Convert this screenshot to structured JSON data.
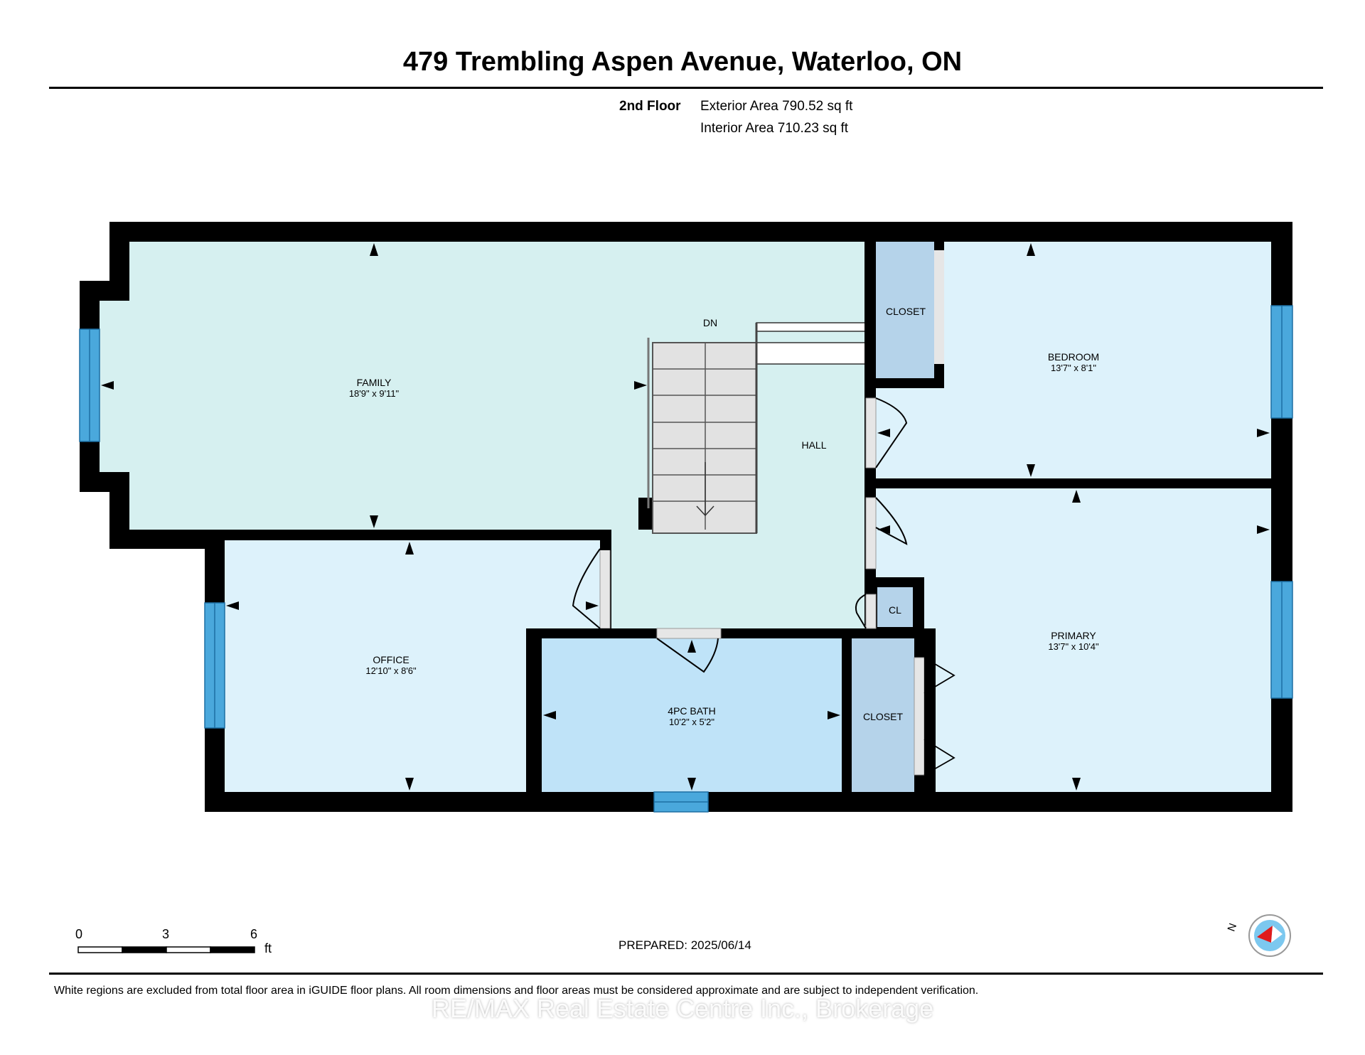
{
  "header": {
    "title": "479 Trembling Aspen Avenue, Waterloo, ON",
    "floor": "2nd Floor",
    "exterior_area": "Exterior Area 790.52 sq ft",
    "interior_area": "Interior Area 710.23 sq ft"
  },
  "rooms": {
    "family": {
      "name": "FAMILY",
      "dims": "18'9\" x 9'11\""
    },
    "dn": {
      "name": "DN"
    },
    "hall": {
      "name": "HALL"
    },
    "closet_top": {
      "name": "CLOSET"
    },
    "bedroom": {
      "name": "BEDROOM",
      "dims": "13'7\" x 8'1\""
    },
    "office": {
      "name": "OFFICE",
      "dims": "12'10\" x 8'6\""
    },
    "bath": {
      "name": "4PC BATH",
      "dims": "10'2\" x 5'2\""
    },
    "cl": {
      "name": "CL"
    },
    "closet_bottom": {
      "name": "CLOSET"
    },
    "primary": {
      "name": "PRIMARY",
      "dims": "13'7\" x 10'4\""
    }
  },
  "scale_bar": {
    "labels": [
      "0",
      "3",
      "6"
    ],
    "unit": "ft"
  },
  "compass": {
    "label": "N"
  },
  "footer": {
    "prepared": "PREPARED: 2025/06/14",
    "disclaimer": "White regions are excluded from total floor area in iGUIDE floor plans. All room dimensions and floor areas must be considered approximate and are subject to independent verification.",
    "watermark": "RE/MAX Real Estate Centre Inc., Brokerage"
  },
  "colors": {
    "wall": "#000000",
    "family_hall": "#d6f0f0",
    "bedroom": "#ddf2fb",
    "bath": "#bfe3f8",
    "closet": "#b5d3ea",
    "window": "#4aa8dc",
    "stairs": "#e2e2e2"
  }
}
